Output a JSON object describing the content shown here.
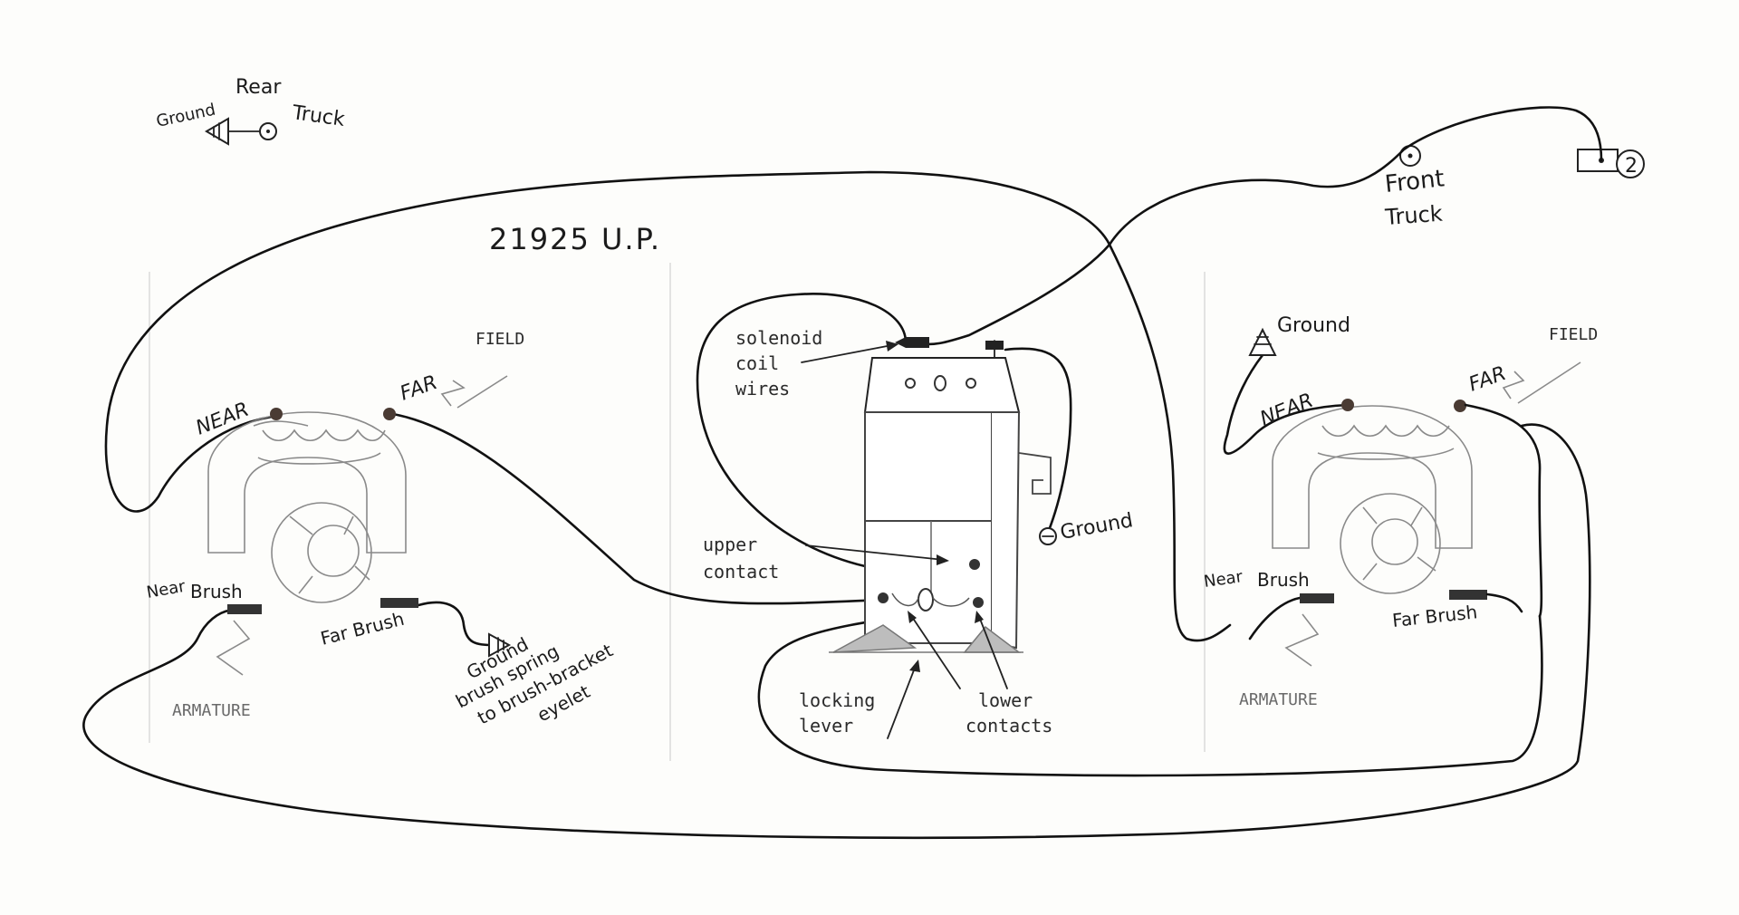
{
  "title": "21925 U.P.",
  "rear_truck": {
    "ground": "Ground",
    "line1": "Rear",
    "line2": "Truck"
  },
  "front_truck": {
    "line1": "Front",
    "line2": "Truck",
    "plug_number": "2"
  },
  "left_motor": {
    "field": "FIELD",
    "near": "NEAR",
    "far": "FAR",
    "near_brush_1": "Near",
    "near_brush_2": "Brush",
    "far_brush": "Far Brush",
    "armature": "ARMATURE",
    "ground_note": [
      "Ground",
      "brush spring",
      "to brush-bracket",
      "eyelet"
    ]
  },
  "right_motor": {
    "ground": "Ground",
    "field": "FIELD",
    "near": "NEAR",
    "far": "FAR",
    "near_brush_1": "Near",
    "near_brush_2": "Brush",
    "far_brush": "Far Brush",
    "armature": "ARMATURE"
  },
  "reverse_unit": {
    "solenoid": [
      "solenoid",
      "coil",
      "wires"
    ],
    "upper_contact": [
      "upper",
      "contact"
    ],
    "ground": "Ground",
    "locking_lever": [
      "locking",
      "lever"
    ],
    "lower_contacts": [
      "lower",
      "contacts"
    ]
  }
}
